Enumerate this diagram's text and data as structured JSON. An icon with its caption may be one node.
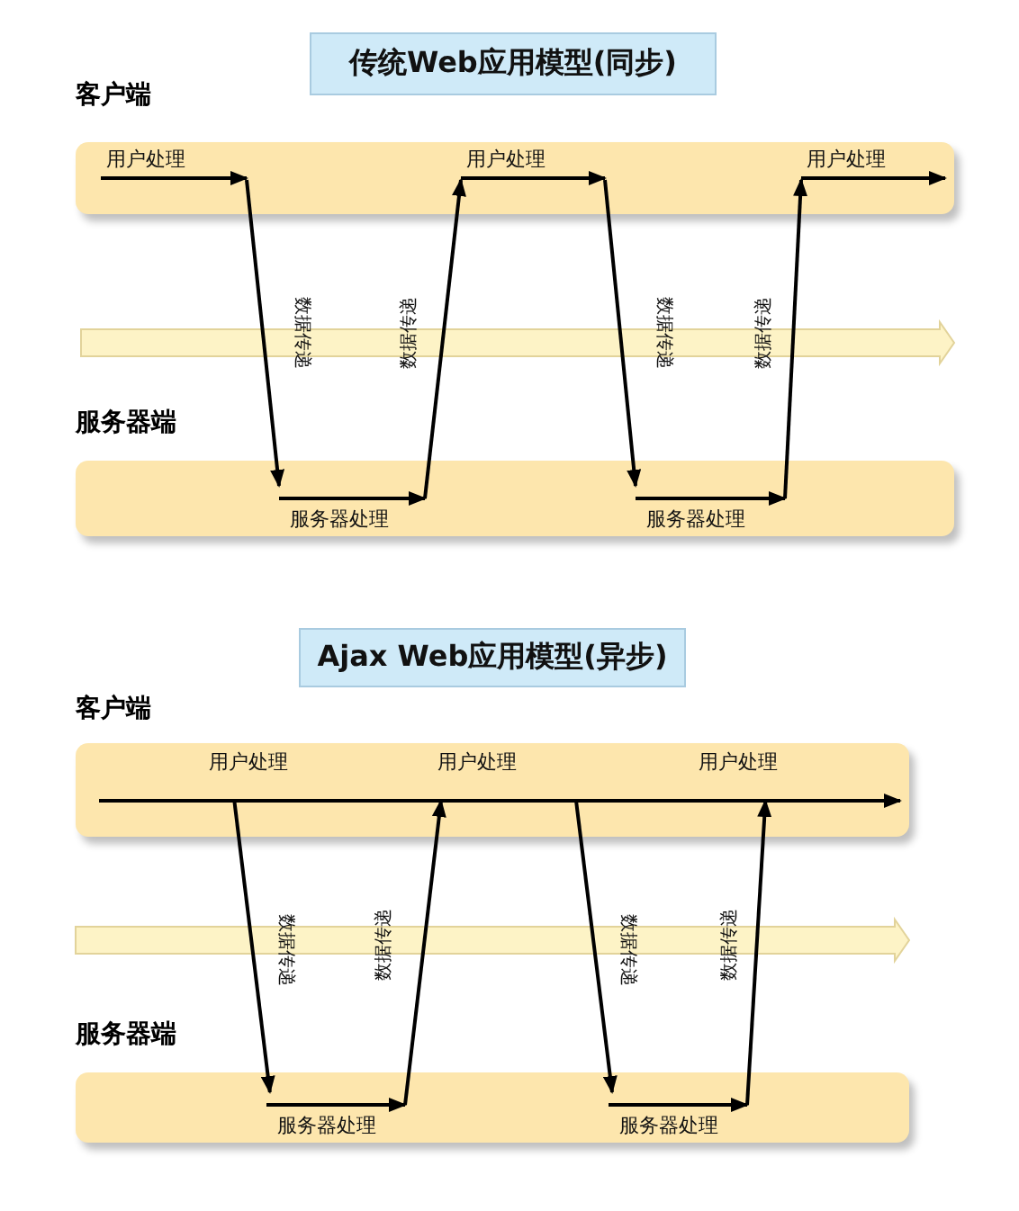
{
  "diagram": {
    "nodes": [
      {
        "text": [
          "传统Web应用模型(同步)"
        ]
      },
      {
        "text": [
          "客户端"
        ]
      },
      {
        "text": [
          "用户处理"
        ],
        "in": 1
      },
      {
        "text": [
          "用户处理"
        ],
        "in": 1
      },
      {
        "text": [
          "用户处理"
        ],
        "in": 1
      },
      {
        "text": [
          "服务器端"
        ]
      },
      {
        "text": [
          "服务器处理"
        ],
        "in": 5
      },
      {
        "text": [
          "服务器处理"
        ],
        "in": 5
      },
      {
        "text": [
          "Ajax Web应用模型(异步)"
        ]
      },
      {
        "text": [
          "客户端"
        ]
      },
      {
        "text": [
          "用户处理"
        ],
        "in": 9
      },
      {
        "text": [
          "用户处理"
        ],
        "in": 9
      },
      {
        "text": [
          "用户处理"
        ],
        "in": 9
      },
      {
        "text": [
          "服务器端"
        ]
      },
      {
        "text": [
          "服务器处理"
        ],
        "in": 13
      },
      {
        "text": [
          "服务器处理"
        ],
        "in": 13
      }
    ],
    "edges": [
      {
        "from": 2,
        "to": 6,
        "arrow": "to",
        "label": "数据传递"
      },
      {
        "from": 6,
        "to": 3,
        "arrow": "to",
        "label": "数据传递"
      },
      {
        "from": 3,
        "to": 7,
        "arrow": "to",
        "label": "数据传递"
      },
      {
        "from": 7,
        "to": 4,
        "arrow": "to",
        "label": "数据传递"
      },
      {
        "from": 10,
        "to": 14,
        "arrow": "to",
        "label": "数据传递"
      },
      {
        "from": 14,
        "to": 11,
        "arrow": "to",
        "label": "数据传递"
      },
      {
        "from": null,
        "to": 15,
        "arrow": "to",
        "label": "数据传递"
      },
      {
        "from": 15,
        "to": 12,
        "arrow": "to",
        "label": "数据传递"
      }
    ]
  }
}
